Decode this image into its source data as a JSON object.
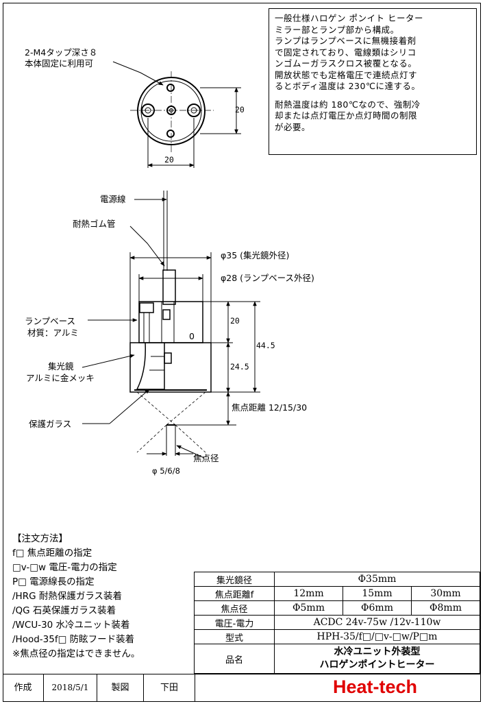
{
  "note_lines": [
    "一般仕様ハロゲン ポンイト ヒーター",
    "ミラー部とランプ部から構成。",
    "ランプはランプベースに無機接着剤",
    "で固定されており、電線類はシリコ",
    "ンゴムーガラスクロス被覆となる。",
    "開放状態でも定格電圧で連続点灯す",
    "るとボディ温度は 230℃に達する。",
    "",
    "耐熱温度は約 180℃なので、強制冷",
    "却または点灯電圧か点灯時間の制限",
    "が必要。"
  ],
  "labels": {
    "tap_line1": "2-M4タップ深さ８",
    "tap_line2": "本体固定に利用可",
    "power_wire": "電源線",
    "rubber_tube": "耐熱ゴム管",
    "lamp_base_line1": "ランプベース",
    "lamp_base_line2": "材質：アルミ",
    "reflector_line1": "集光鏡",
    "reflector_line2": "アルミに金メッキ",
    "protective_glass": "保護ガラス",
    "focal_point": "焦点径",
    "phi35": "φ35 (集光鏡外径)",
    "phi28": "φ28 (ランプベース外径)",
    "focal_distance": "焦点距離 12/15/30",
    "phi_spot": "φ 5/6/8",
    "zero_mark": "0"
  },
  "dims": {
    "top_width": "20",
    "top_height": "20",
    "d20": "20",
    "d245": "24.5",
    "d445": "44.5"
  },
  "order_lines": [
    "【注文方法】",
    "f□  焦点距離の指定",
    "□v-□w  電圧-電力の指定",
    "P□  電源線長の指定",
    "/HRG  耐熱保護ガラス装着",
    "/QG  石英保護ガラス装着",
    "/WCU-30  水冷ユニット装着",
    "/Hood-35f□  防眩フード装着",
    "※焦点径の指定はできません。"
  ],
  "spec": {
    "mirror_label": "集光鏡径",
    "mirror_value": "Φ35mm",
    "focal_label": "焦点距離f",
    "focal_values": [
      "12mm",
      "15mm",
      "30mm"
    ],
    "spot_label": "焦点径",
    "spot_values": [
      "Φ5mm",
      "Φ6mm",
      "Φ8mm"
    ],
    "voltage_label": "電圧-電力",
    "voltage_value": "ACDC 24v-75w /12v-110w",
    "model_label": "型式",
    "model_value": "HPH-35/f□/□v-□w/P□m",
    "name_label": "品名",
    "name_line1": "水冷ユニット外装型",
    "name_line2": "ハロゲンポイントヒーター"
  },
  "footer": {
    "made_label": "作成",
    "made_date": "2018/5/1",
    "drawn_label": "製図",
    "drawn_name": "下田",
    "brand": "Heat-tech"
  },
  "colors": {
    "brand": "#e00000",
    "line": "#000000"
  }
}
